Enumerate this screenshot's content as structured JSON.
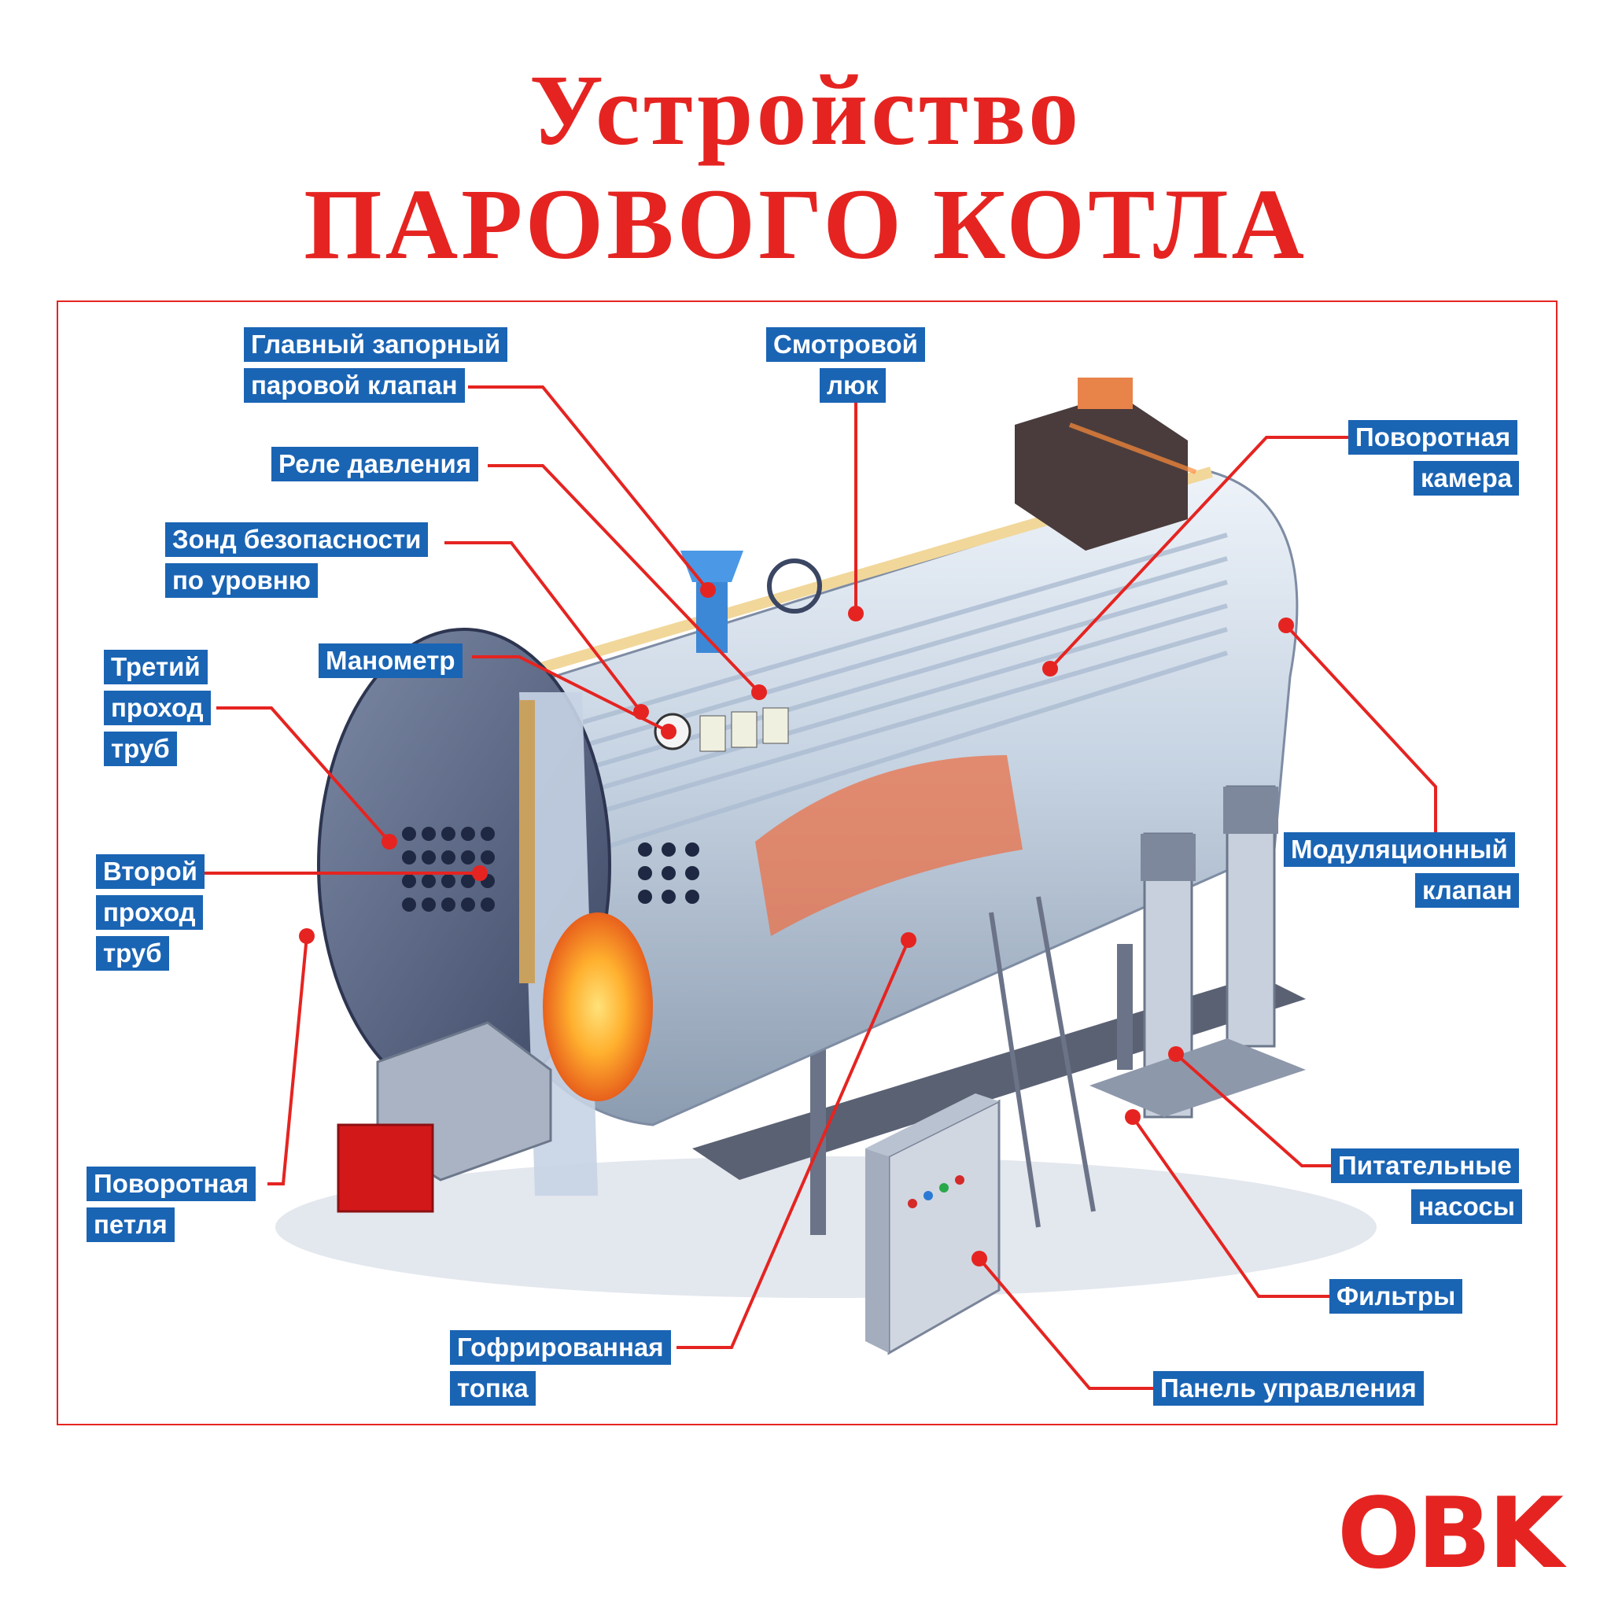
{
  "title": {
    "line1": "Устройство",
    "line2": "ПАРОВОГО КОТЛА"
  },
  "labels": {
    "main_valve": [
      "Главный запорный",
      "паровой клапан"
    ],
    "pressure_relay": [
      "Реле давления"
    ],
    "level_probe": [
      "Зонд безопасности",
      "по уровню"
    ],
    "manometer": [
      "Манометр"
    ],
    "third_pass": [
      "Третий",
      "проход",
      "труб"
    ],
    "second_pass": [
      "Второй",
      "проход",
      "труб"
    ],
    "turn_loop": [
      "Поворотная",
      "петля"
    ],
    "corrugated_furnace": [
      "Гофрированная",
      "топка"
    ],
    "inspection_hatch": [
      "Смотровой",
      "люк"
    ],
    "turn_chamber": [
      "Поворотная",
      "камера"
    ],
    "modulating_valve": [
      "Модуляционный",
      "клапан"
    ],
    "feed_pumps": [
      "Питательные",
      "насосы"
    ],
    "filters": [
      "Фильтры"
    ],
    "control_panel": [
      "Панель управления"
    ]
  },
  "logo": "OBK",
  "colors": {
    "accent": "#e52421",
    "label_bg": "#1a64b4"
  }
}
